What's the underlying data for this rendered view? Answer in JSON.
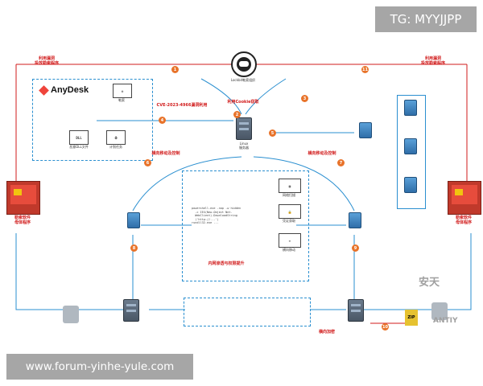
{
  "header": {
    "tg_label": "TG: MYYJJPP"
  },
  "footer": {
    "forum_label": "www.forum-yinhe-yule.com"
  },
  "diagram": {
    "actor_label": "Lockbit勒索组织",
    "center_server_label": "Linux\n服务器",
    "anydesk_label": "AnyDesk",
    "tools": {
      "dll_label": "恶意DLL文件",
      "task_label": "计划任务",
      "ransom_label": "勒索"
    },
    "right_tools": [
      "网络扫描",
      "凭证获取",
      "横向移动"
    ],
    "left_pc_label": "勒索软件\n母体程序",
    "right_pc_label": "勒索软件\n母体程序",
    "zip_label": "ZIP",
    "red_labels": {
      "top_left": "利用漏洞\n投放勒索程序",
      "top_right": "利用漏洞\n投放勒索程序",
      "cve": "CVE-2023-4966漏洞利用",
      "cookie_steal": "利用Cookie窃取",
      "mid_left": "横向移动及控制",
      "mid_right": "横向移动及控制",
      "bottom": "横向加密"
    },
    "panel_center_title": "内网渗透与权限提升",
    "watermark_brand": "安天",
    "watermark_sub": "ANTIY"
  }
}
